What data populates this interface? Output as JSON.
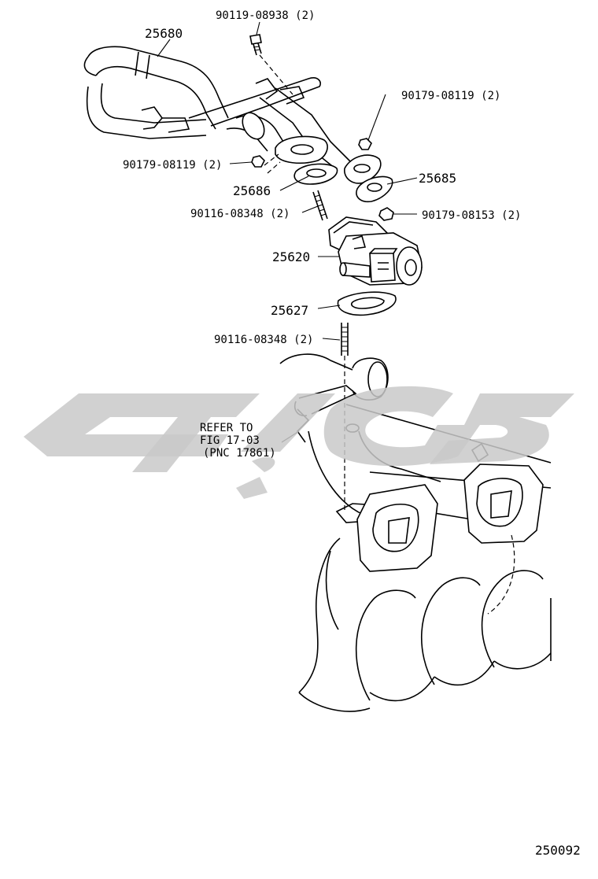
{
  "labels": {
    "p25680": "25680",
    "p90119_08938": "90119-08938 (2)",
    "p90179_08119_a": "90179-08119 (2)",
    "p90179_08119_b": "90179-08119 (2)",
    "p25685": "25685",
    "p25686": "25686",
    "p90116_08348_a": "90116-08348 (2)",
    "p90179_08153": "90179-08153 (2)",
    "p25620": "25620",
    "p25627": "25627",
    "p90116_08348_b": "90116-08348 (2)",
    "refer_line1": "REFER TO",
    "refer_line2": "FIG 17-03",
    "refer_line3": "(PNC 17861)",
    "figure_number": "250092"
  }
}
